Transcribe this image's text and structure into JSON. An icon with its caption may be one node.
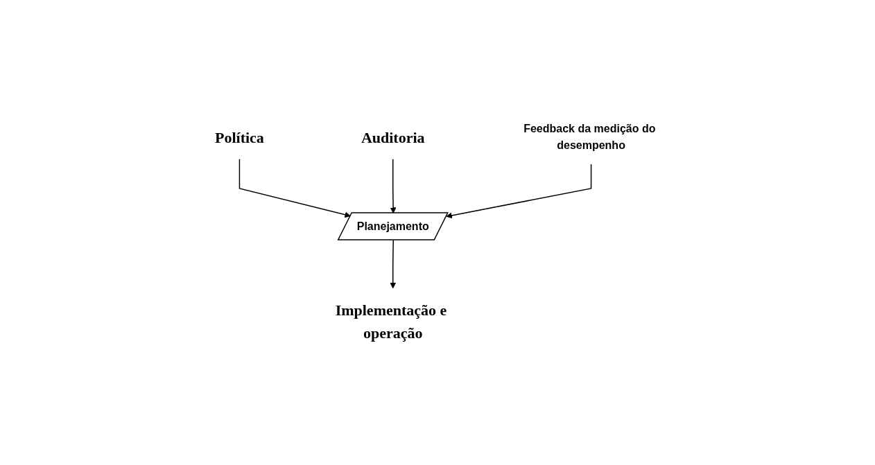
{
  "diagram": {
    "nodes": [
      {
        "text": [
          "Política"
        ]
      },
      {
        "text": [
          "Planejamento"
        ]
      },
      {
        "text": [
          "Auditoria"
        ]
      },
      {
        "text": [
          "Feedback da medição do desempenho"
        ]
      },
      {
        "text": [
          "Implementação e operação"
        ]
      }
    ],
    "edges": [
      {
        "from": 0,
        "to": 1,
        "arrow": "to"
      },
      {
        "from": 2,
        "to": 1,
        "arrow": "to"
      },
      {
        "from": 3,
        "to": 1,
        "arrow": "to"
      },
      {
        "from": 1,
        "to": 4,
        "arrow": "to"
      }
    ]
  }
}
